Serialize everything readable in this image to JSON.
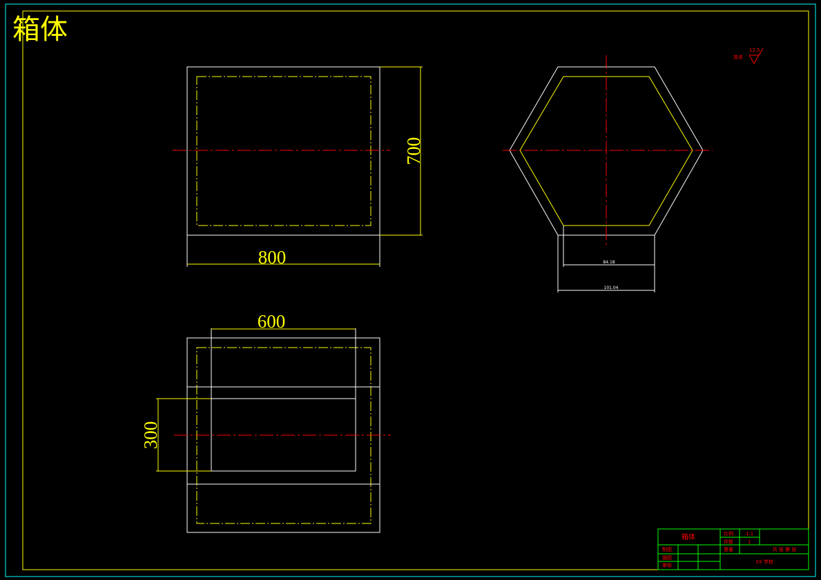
{
  "drawing_title": "箱体",
  "colors": {
    "outline": "#ffffff",
    "inner": "#ffff00",
    "centerline": "#ff0000",
    "frame_outer": "#00ffff",
    "frame_inner": "#ffff00",
    "dimension": "#ffff00",
    "titleblock_lines": "#00ff00",
    "titleblock_text": "#ff0000"
  },
  "front_view": {
    "width_dim": "800",
    "height_dim": "700"
  },
  "top_view": {
    "width_dim": "600",
    "height_dim": "300"
  },
  "side_view": {
    "inner_width_dim": "84.18",
    "outer_width_dim": "101.04"
  },
  "roughness_note": {
    "label": "其余",
    "value": "12.5"
  },
  "title_block": {
    "part_name": "箱体",
    "scale_label": "比例",
    "scale_value": "1:1",
    "quantity_label": "件数",
    "quantity_value": "1",
    "weight_label": "重量",
    "sheet_text": "共 张 第 张",
    "drawn_label": "制图",
    "designed_label": "描图",
    "checked_label": "审核",
    "school_text": "XX 学校"
  }
}
